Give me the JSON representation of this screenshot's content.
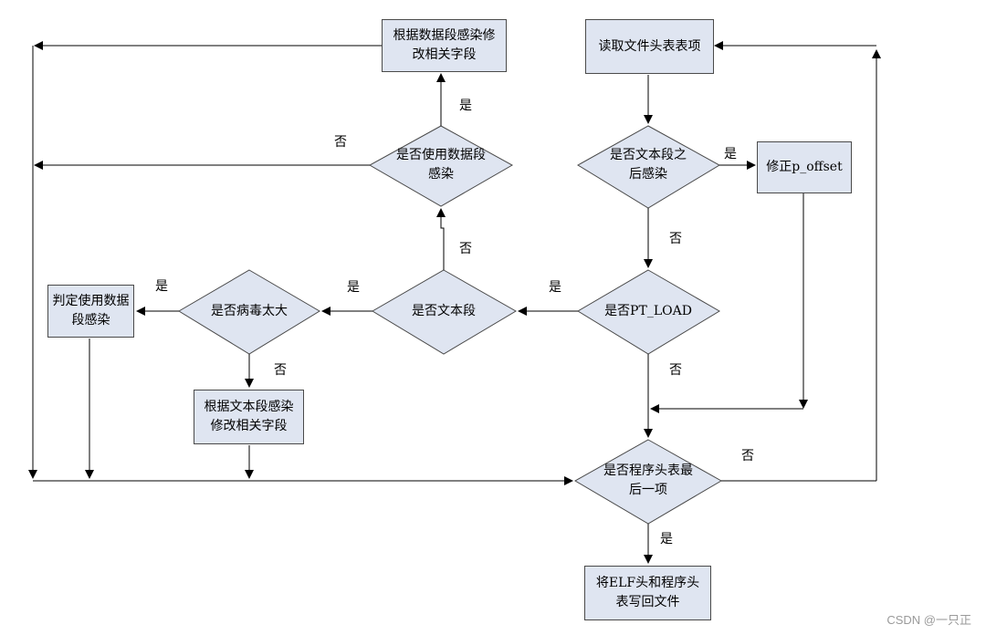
{
  "nodes": {
    "modify_by_data_segment": "根据数据段感染修改相关字段",
    "read_program_header": "读取文件头表表项",
    "use_data_segment_decision": "是否使用数据段感染",
    "after_text_segment_decision": "是否文本段之后感染",
    "fix_p_offset": "修正p_offset",
    "mark_use_data_segment": "判定使用数据段感染",
    "virus_too_large_decision": "是否病毒太大",
    "text_segment_decision": "是否文本段",
    "pt_load_decision": "是否PT_LOAD",
    "modify_by_text_segment": "根据文本段感染修改相关字段",
    "last_header_decision": "是否程序头表最后一项",
    "write_back": "将ELF头和程序头表写回文件"
  },
  "edge_labels": {
    "yes": "是",
    "no": "否"
  },
  "watermark": "CSDN @一只正"
}
